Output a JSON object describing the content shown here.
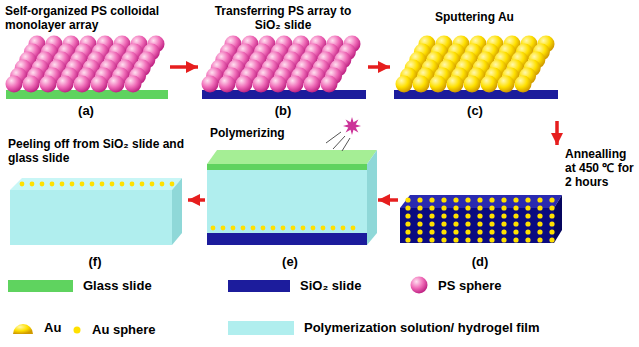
{
  "diagram": {
    "nodes": [
      {
        "text": [
          "Self-organized PS colloidal monolayer array",
          "(a)"
        ]
      },
      {
        "text": [
          "Transferring PS array to SiO₂ slide",
          "(b)"
        ]
      },
      {
        "text": [
          "Sputtering Au",
          "(c)"
        ]
      },
      {
        "text": [
          "Annealling at 450 ℃ for 2 hours",
          "(d)"
        ]
      },
      {
        "text": [
          "Polymerizing",
          "(e)"
        ]
      },
      {
        "text": [
          "Peeling off from SiO₂ slide and glass slide",
          "(f)"
        ]
      }
    ],
    "edges": [
      {
        "from": 0,
        "to": 1,
        "arrow": "to"
      },
      {
        "from": 1,
        "to": 2,
        "arrow": "to"
      },
      {
        "from": 2,
        "to": 3,
        "arrow": "to"
      },
      {
        "from": 3,
        "to": 4,
        "arrow": "to"
      },
      {
        "from": 4,
        "to": 5,
        "arrow": "to"
      }
    ],
    "legend": [
      {
        "text": "Glass slide",
        "color": "#5fd35f"
      },
      {
        "text": "SiO₂ slide",
        "color": "#1c1c9c"
      },
      {
        "text": "PS sphere"
      },
      {
        "text": "Au"
      },
      {
        "text": "Au sphere"
      },
      {
        "text": "Polymerization solution/ hydrogel film",
        "color": "#b0eeee"
      }
    ]
  }
}
